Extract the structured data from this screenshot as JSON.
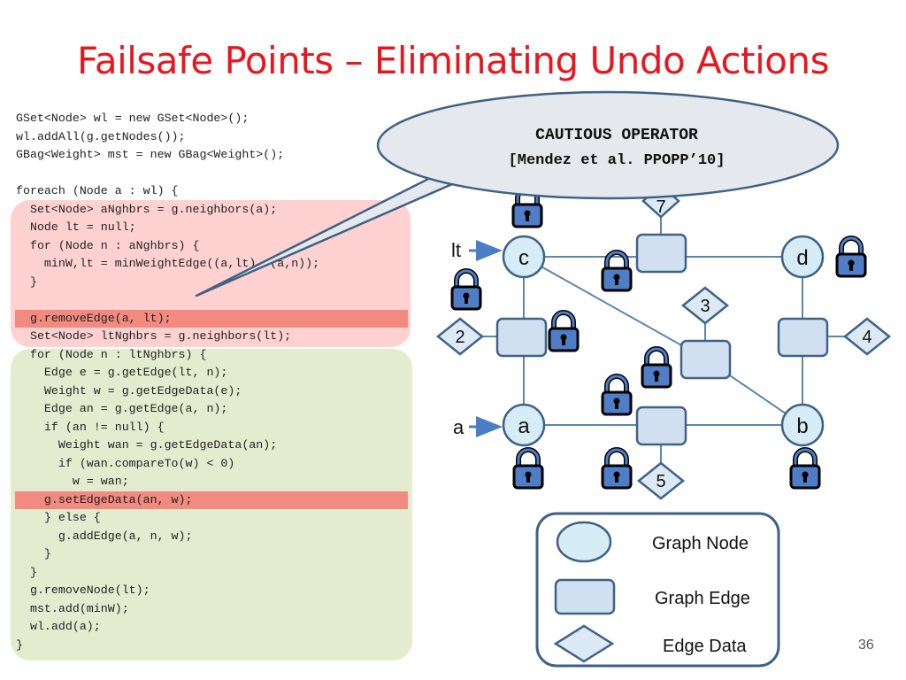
{
  "title": "Failsafe Points – Eliminating Undo Actions",
  "code_lines": [
    "GSet<Node> wl = new GSet<Node>();",
    "wl.addAll(g.getNodes());",
    "GBag<Weight> mst = new GBag<Weight>();",
    "",
    "foreach (Node a : wl) {",
    "  Set<Node> aNghbrs = g.neighbors(a);",
    "  Node lt = null;",
    "  for (Node n : aNghbrs) {",
    "    minW,lt = minWeightEdge((a,lt), (a,n));",
    "  }",
    "",
    "  g.removeEdge(a, lt);",
    "  Set<Node> ltNghbrs = g.neighbors(lt);",
    "  for (Node n : ltNghbrs) {",
    "    Edge e = g.getEdge(lt, n);",
    "    Weight w = g.getEdgeData(e);",
    "    Edge an = g.getEdge(a, n);",
    "    if (an != null) {",
    "      Weight wan = g.getEdgeData(an);",
    "      if (wan.compareTo(w) < 0)",
    "        w = wan;",
    "    g.setEdgeData(an, w);",
    "    } else {",
    "      g.addEdge(a, n, w);",
    "    }",
    "  }",
    "  g.removeNode(lt);",
    "  mst.add(minW);",
    "  wl.add(a);",
    "}"
  ],
  "callout": {
    "line1": "CAUTIOUS OPERATOR",
    "line2": "[Mendez et al. PPOPP’10]"
  },
  "graph": {
    "nodes": {
      "c": "c",
      "d": "d",
      "a": "a",
      "b": "b"
    },
    "edge_data": {
      "top": "7",
      "d2": "2",
      "d3": "3",
      "d4": "4",
      "d5": "5"
    },
    "pointer_lt": "lt",
    "pointer_a": "a"
  },
  "legend": {
    "node": "Graph Node",
    "edge": "Graph Edge",
    "data": "Edge Data"
  },
  "slide_number": "36",
  "colors": {
    "title": "#e8171f",
    "node_fill": "#d6ecf6",
    "edge_fill": "#d0e0f0",
    "stroke": "#3f6286",
    "lock": "#4f7ec7"
  }
}
